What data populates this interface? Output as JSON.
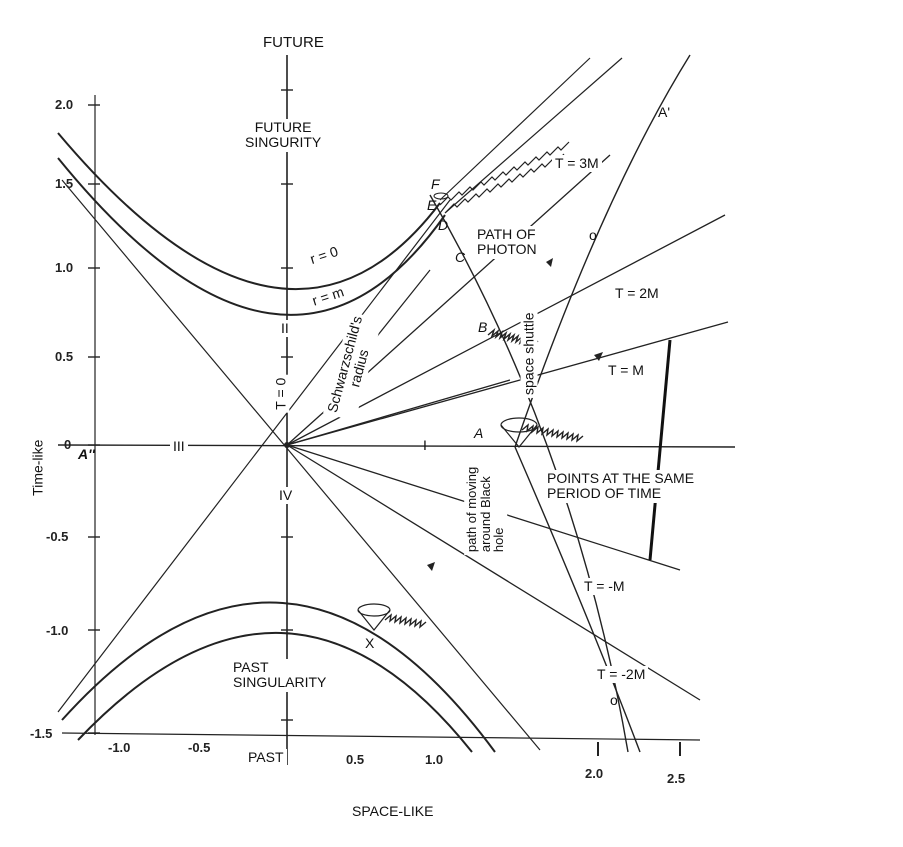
{
  "diagram": {
    "labels": {
      "future": "FUTURE",
      "future_singularity": "FUTURE\nSINGURITY",
      "past_singularity": "PAST\nSINGULARITY",
      "past": "PAST",
      "space_like": "SPACE-LIKE",
      "time_like": "Time-like",
      "r0": "r = 0",
      "rm": "r = m",
      "schwarzschild": "Schwarzschild's\nradius",
      "t0": "T = 0",
      "path_of_photon": "PATH OF\nPHOTON",
      "space_shuttle": "space shuttle",
      "path_moving": "path of moving\naround Black\nhole",
      "points_same_period": "POINTS AT THE SAME\nPERIOD OF TIME",
      "t3m": "T = 3M",
      "t2m": "T = 2M",
      "tm": "T = M",
      "tneg_m": "T = -M",
      "tneg_2m": "T = -2M",
      "region_i": "I",
      "region_ii": "II",
      "region_iii": "III",
      "region_iv": "IV",
      "a": "A",
      "a_prime": "A'",
      "a_double_prime": "A''",
      "b": "B",
      "c": "C",
      "d": "D",
      "e": "E",
      "f": "F",
      "x": "X",
      "o_upper": "o",
      "o_lower": "o"
    },
    "y_ticks": [
      "2.0",
      "1.5",
      "1.0",
      "0.5",
      "0",
      "-0.5",
      "-1.0",
      "-1.5"
    ],
    "x_ticks": [
      "-1.0",
      "-0.5",
      "0.5",
      "1.0",
      "2.0",
      "2.5"
    ]
  }
}
